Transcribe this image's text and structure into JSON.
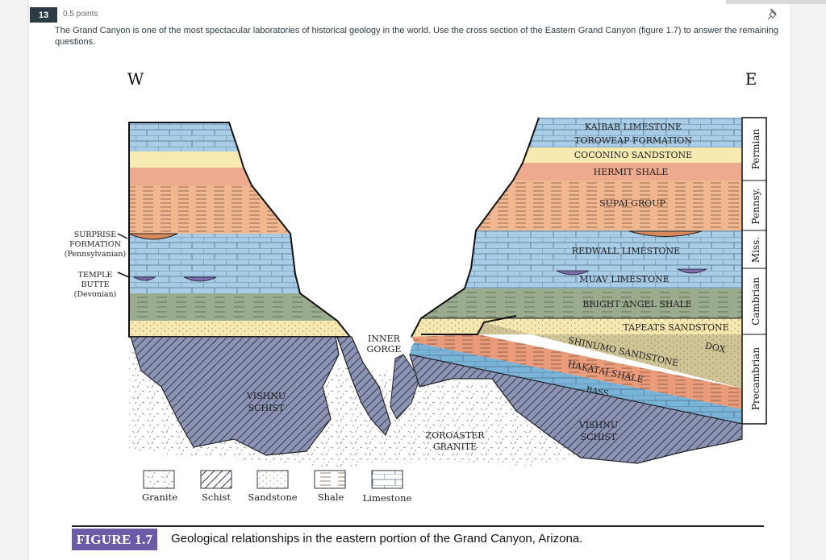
{
  "question": {
    "number": "13",
    "points": "0.5 points",
    "text": "The Grand Canyon is one of the most spectacular laboratories of historical geology in the world. Use the cross section of the Eastern Grand Canyon (figure 1.7) to answer the remaining questions."
  },
  "icons": {
    "pin": "pin-icon"
  },
  "figure": {
    "compass": {
      "west": "W",
      "east": "E"
    },
    "left_labels": {
      "surprise": [
        "SURPRISE",
        "FORMATION",
        "(Pennsylvanian)"
      ],
      "temple": [
        "TEMPLE",
        "BUTTE",
        "(Devonian)"
      ]
    },
    "layer_labels": {
      "kaibab": "KAIBAB LIMESTONE",
      "toroweap": "TOROWEAP FORMATION",
      "coconino": "COCONINO SANDSTONE",
      "hermit": "HERMIT SHALE",
      "supai": "SUPAI GROUP",
      "redwall": "REDWALL LIMESTONE",
      "muav": "MUAV LIMESTONE",
      "bright_angel": "BRIGHT ANGEL SHALE",
      "tapeats": "TAPEATS SANDSTONE",
      "shinumo": "SHINUMO SANDSTONE",
      "dox": "DOX",
      "hakatai": "HAKATAI SHALE",
      "bass": "BASS",
      "vishnu_west": [
        "VISHNU",
        "SCHIST"
      ],
      "vishnu_east": [
        "VISHNU",
        "SCHIST"
      ],
      "inner_gorge": [
        "INNER",
        "GORGE"
      ],
      "zoroaster": [
        "ZOROASTER",
        "GRANITE"
      ]
    },
    "periods": [
      "Permian",
      "Pennsy.",
      "Miss.",
      "Cambrian",
      "Precambrian"
    ],
    "legend": [
      "Granite",
      "Schist",
      "Sandstone",
      "Shale",
      "Limestone"
    ],
    "caption_label": "FIGURE 1.7",
    "caption_text": "Geological relationships in the eastern portion of the Grand Canyon, Arizona."
  }
}
